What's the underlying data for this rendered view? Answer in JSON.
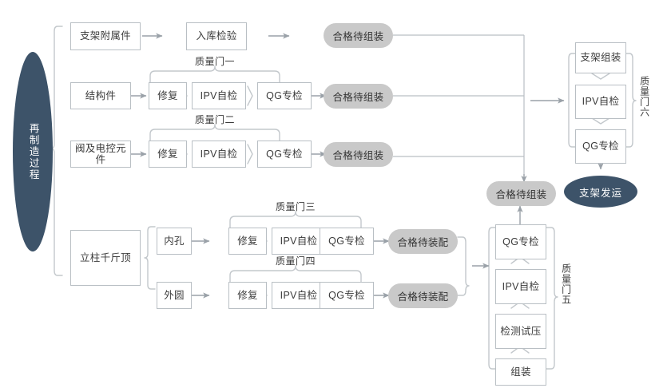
{
  "meta": {
    "title": "再制造过程流程图",
    "colors": {
      "navy": "#3d5369",
      "pill_gray": "#c9c9c9",
      "box_border": "#b9bfc4",
      "line": "#b9bfc4",
      "text": "#3b3b3b"
    }
  },
  "root": {
    "label": "再制造过程"
  },
  "rows": {
    "row1": {
      "node1": "支架附属件",
      "node2": "入库检验",
      "result": "合格待组装"
    },
    "row2": {
      "source": "结构件",
      "gate": "质量门一",
      "steps": [
        "修复",
        "IPV自检",
        "QG专检"
      ],
      "result": "合格待组装"
    },
    "row3": {
      "source": "阀及电控元件",
      "gate": "质量门二",
      "steps": [
        "修复",
        "IPV自检",
        "QG专检"
      ],
      "result": "合格待组装"
    }
  },
  "column_group": {
    "source": "立柱千斤顶",
    "branches": [
      {
        "name": "内孔",
        "gate": "质量门三",
        "steps": [
          "修复",
          "IPV自检",
          "QG专检"
        ],
        "result": "合格待装配"
      },
      {
        "name": "外圆",
        "gate": "质量门四",
        "steps": [
          "修复",
          "IPV自检",
          "QG专检"
        ],
        "result": "合格待装配"
      }
    ]
  },
  "gate5": {
    "label": "质量门五",
    "steps": [
      "QG专检",
      "IPV自检",
      "检测试压",
      "组装"
    ],
    "output": "合格待组装"
  },
  "gate6": {
    "label": "质量门六",
    "steps": [
      "支架组装",
      "IPV自检",
      "QG专检"
    ],
    "output": "支架发运"
  }
}
